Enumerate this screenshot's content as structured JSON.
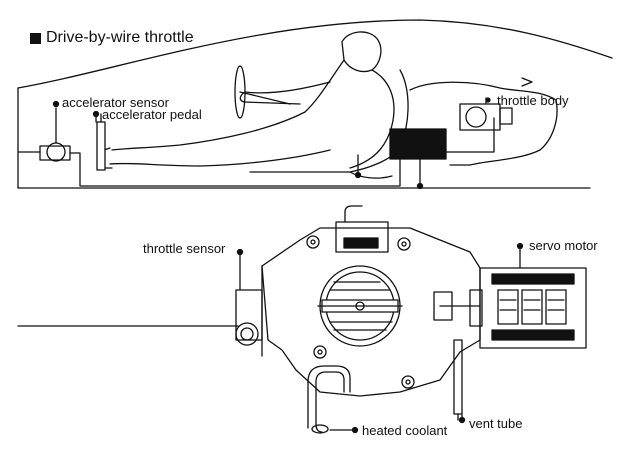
{
  "title": "Drive-by-wire throttle",
  "labels": {
    "accelerator_sensor": "accelerator sensor",
    "accelerator_pedal": "accelerator pedal",
    "throttle_body": "throttle body",
    "throttle_sensor": "throttle sensor",
    "servo_motor": "servo motor",
    "heated_coolant": "heated coolant",
    "vent_tube": "vent tube"
  },
  "colors": {
    "ink": "#111111",
    "paper": "#ffffff"
  }
}
